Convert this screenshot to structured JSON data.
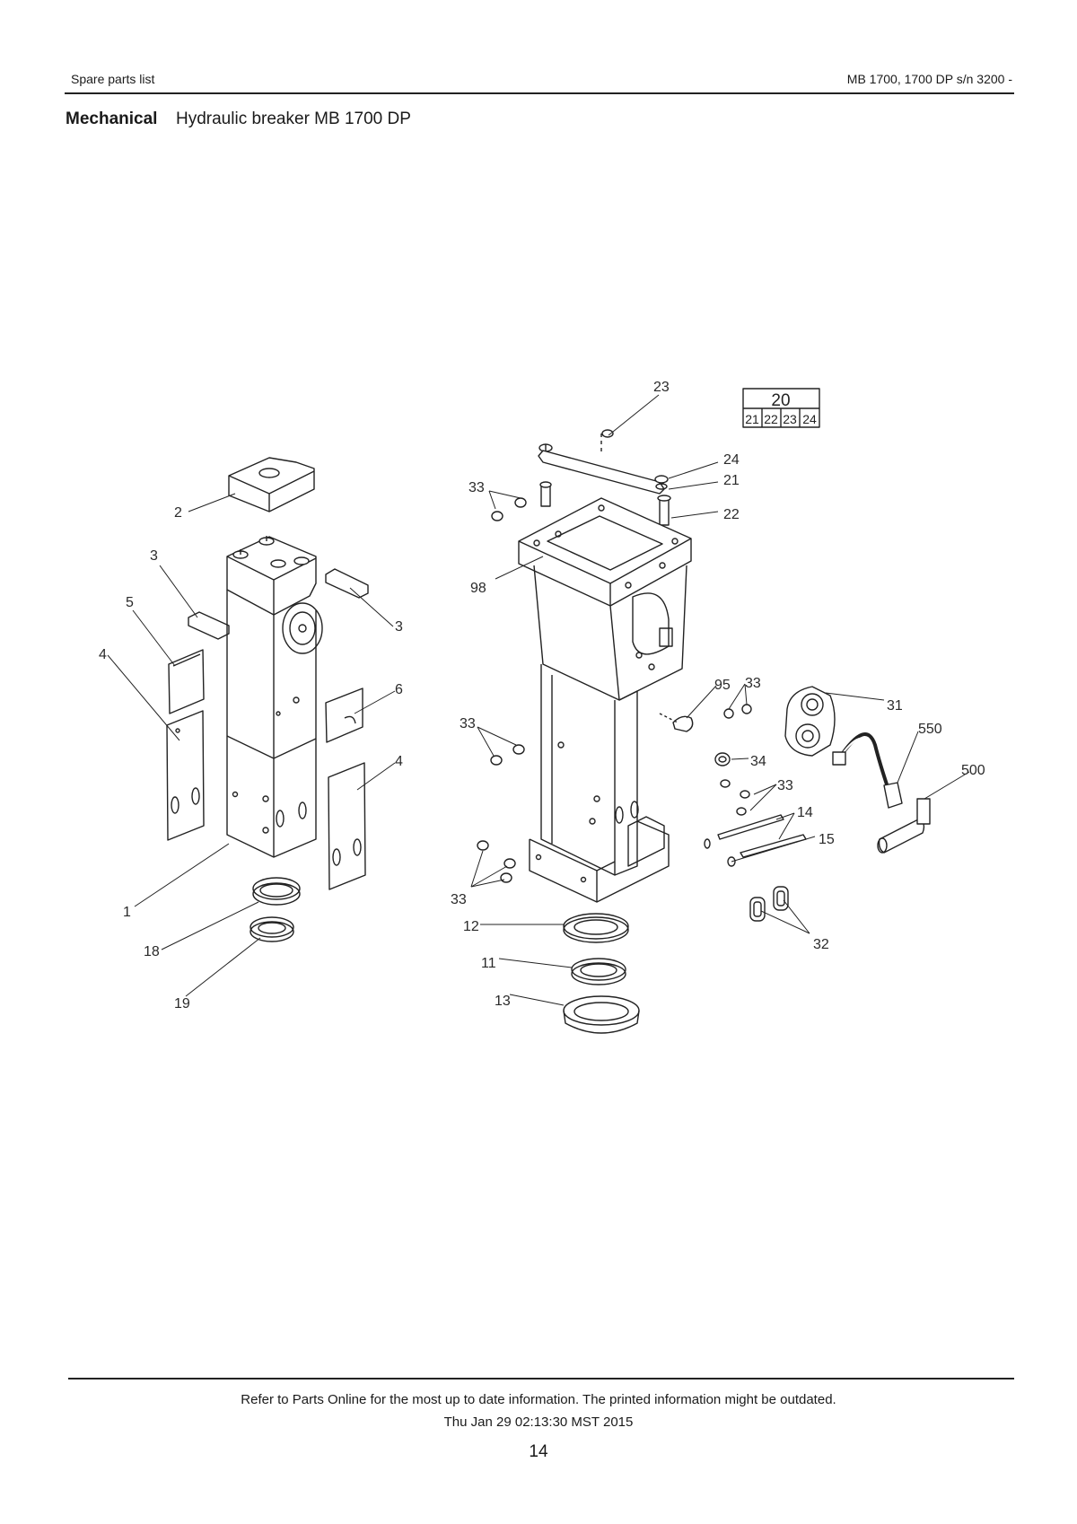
{
  "header": {
    "left": "Spare parts list",
    "right": "MB 1700, 1700 DP s/n 3200 -"
  },
  "section": {
    "title": "Mechanical",
    "subtitle": "Hydraulic breaker MB 1700 DP"
  },
  "kit_box": {
    "top": "20",
    "items": [
      "21",
      "22",
      "23",
      "24"
    ]
  },
  "callouts": {
    "c1": "1",
    "c2": "2",
    "c3a": "3",
    "c3b": "3",
    "c4a": "4",
    "c4b": "4",
    "c5": "5",
    "c6": "6",
    "c18": "18",
    "c19": "19",
    "c23": "23",
    "c24": "24",
    "c21": "21",
    "c22": "22",
    "c33a": "33",
    "c98": "98",
    "c95": "95",
    "c33b": "33",
    "c31": "31",
    "c33c": "33",
    "c550": "550",
    "c34": "34",
    "c500": "500",
    "c33d": "33",
    "c14": "14",
    "c15": "15",
    "c33e": "33",
    "c12": "12",
    "c32": "32",
    "c11": "11",
    "c13": "13"
  },
  "footer": {
    "note": "Refer to Parts Online for the most up to date information. The printed information might be outdated.",
    "date": "Thu Jan 29 02:13:30 MST 2015",
    "page": "14"
  }
}
